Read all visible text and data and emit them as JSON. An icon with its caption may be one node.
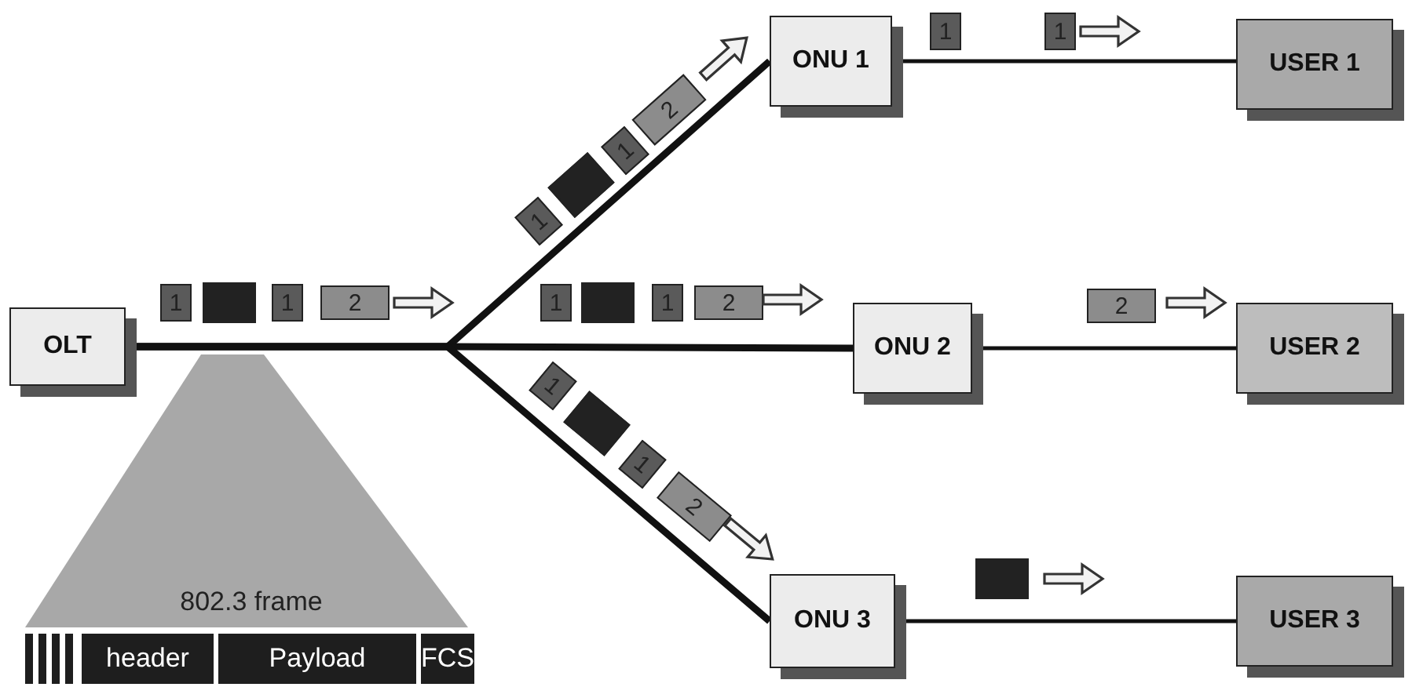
{
  "diagram": {
    "nodes": [
      {
        "text": [
          "OLT"
        ]
      },
      {
        "text": [
          "ONU 1"
        ]
      },
      {
        "text": [
          "ONU 2"
        ]
      },
      {
        "text": [
          "ONU 3"
        ]
      },
      {
        "text": [
          "USER 1"
        ]
      },
      {
        "text": [
          "USER 2"
        ]
      },
      {
        "text": [
          "USER 3"
        ]
      }
    ],
    "edges": [
      {
        "from": 0,
        "to": 1,
        "arrow": "none",
        "style": "thick"
      },
      {
        "from": 0,
        "to": 2,
        "arrow": "none",
        "style": "thick"
      },
      {
        "from": 0,
        "to": 3,
        "arrow": "none",
        "style": "thick"
      },
      {
        "from": 1,
        "to": 4,
        "arrow": "none"
      },
      {
        "from": 2,
        "to": 5,
        "arrow": "none"
      },
      {
        "from": 3,
        "to": 6,
        "arrow": "none"
      }
    ],
    "labels": [
      "1",
      "1",
      "2",
      "1",
      "1",
      "1",
      "1",
      "2",
      "1",
      "1",
      "2",
      "2",
      "1",
      "1",
      "2",
      "802.3 frame",
      "header",
      "Payload",
      "FCS"
    ]
  }
}
